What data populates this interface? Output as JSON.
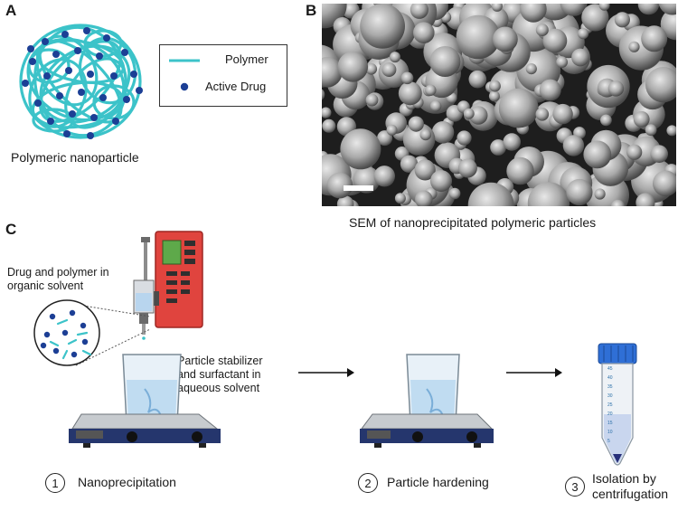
{
  "panels": {
    "a": {
      "letter": "A",
      "caption": "Polymeric nanoparticle",
      "legend": {
        "polymer_label": "Polymer",
        "drug_label": "Active Drug",
        "polymer_color": "#3cc3c9",
        "drug_color": "#1c3f95"
      }
    },
    "b": {
      "letter": "B",
      "caption": "SEM of nanoprecipitated polymeric particles"
    },
    "c": {
      "letter": "C",
      "inset_label": "Drug and polymer in organic solvent",
      "beaker_label": "Particle stabilizer and surfactant in aqueous solvent",
      "steps": [
        {
          "number": "1",
          "label": "Nanoprecipitation"
        },
        {
          "number": "2",
          "label": "Particle hardening"
        },
        {
          "number": "3",
          "label": "Isolation by centrifugation"
        }
      ],
      "tube_scale": [
        "45",
        "40",
        "35",
        "30",
        "25",
        "20",
        "15",
        "10",
        "5"
      ]
    }
  }
}
